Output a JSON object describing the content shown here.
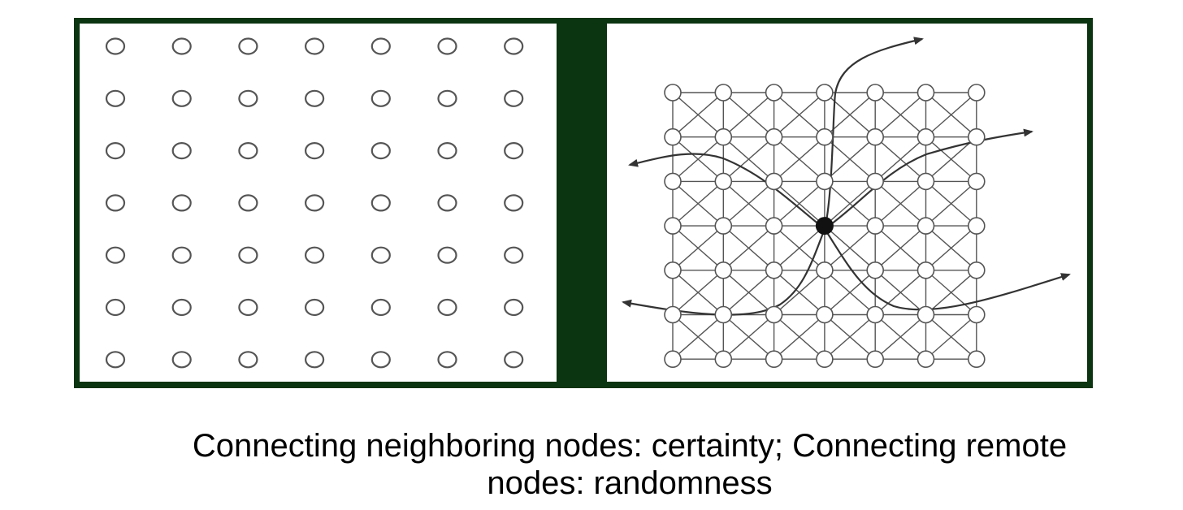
{
  "caption": {
    "line1": "Connecting neighboring nodes: certainty; Connecting remote",
    "line2": "nodes: randomness"
  },
  "colors": {
    "frame": "#0b3410",
    "node_stroke": "#555555",
    "lattice_line": "#555555",
    "hub": "#111111",
    "curve": "#333333"
  },
  "left_panel": {
    "rows": 7,
    "cols": 7
  },
  "right_panel": {
    "rows": 7,
    "cols": 7,
    "hub_node": {
      "row": 3,
      "col": 3
    }
  }
}
